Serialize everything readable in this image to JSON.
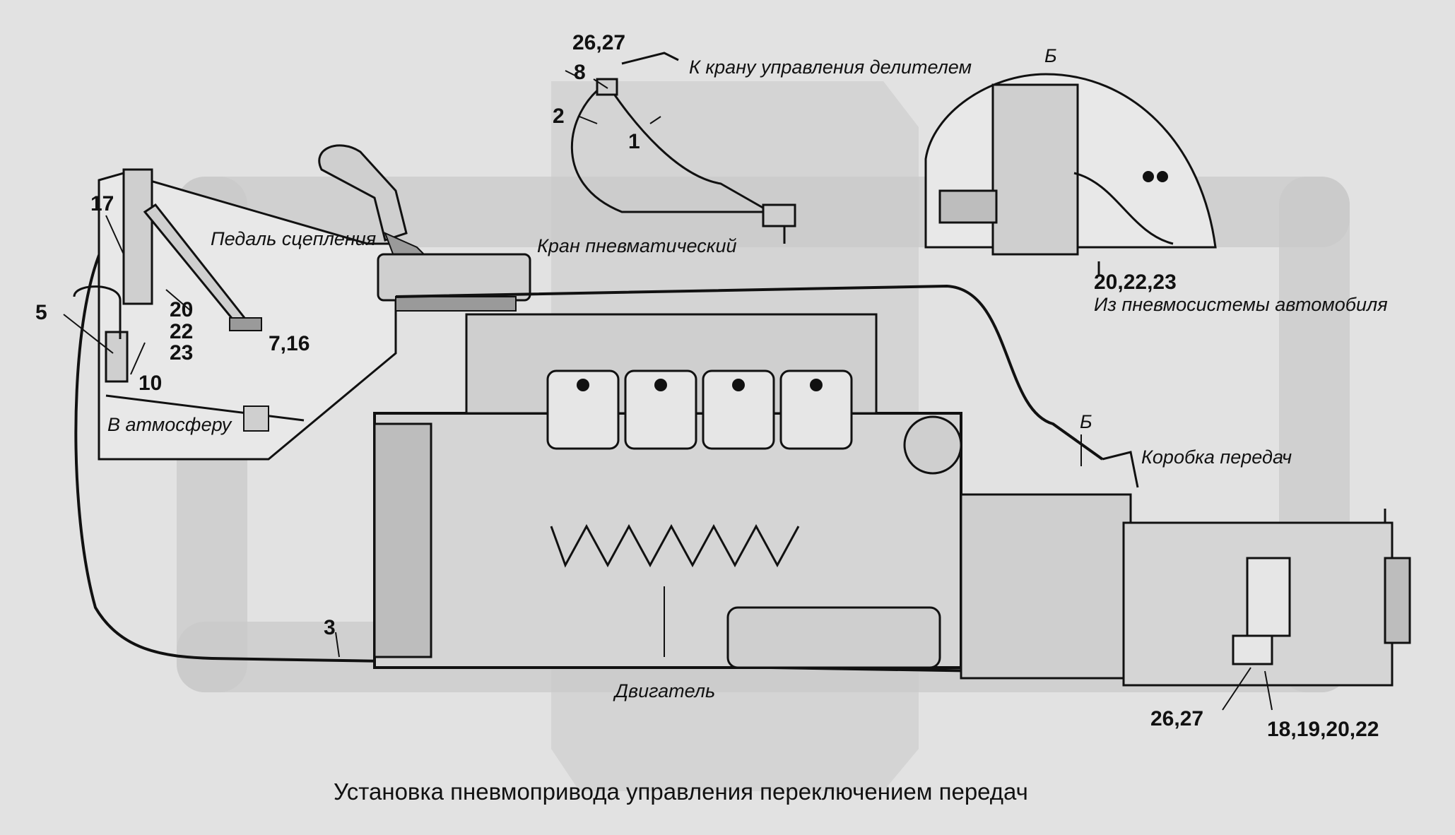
{
  "caption": "Установка пневмопривода управления переключением передач",
  "view_marker": "Б",
  "labels": {
    "to_divider_valve": "К крану управления делителем",
    "pneumatic_valve": "Кран пневматический",
    "clutch_pedal": "Педаль сцепления",
    "to_atmosphere": "В атмосферу",
    "from_vehicle_air": "Из пневмосистемы автомобиля",
    "gearbox": "Коробка передач",
    "engine": "Двигатель"
  },
  "part_numbers": {
    "p_26_27_top": "26,27",
    "p_8": "8",
    "p_2": "2",
    "p_1": "1",
    "p_17": "17",
    "p_20": "20",
    "p_22": "22",
    "p_23": "23",
    "p_5": "5",
    "p_10": "10",
    "p_7_16": "7,16",
    "p_20_22_23": "20,22,23",
    "p_3": "3",
    "p_26_27_bottom": "26,27",
    "p_18_19_20_22": "18,19,20,22"
  },
  "colors": {
    "background": "#e2e2e2",
    "watermark": "#c9c9c9",
    "line": "#111111",
    "metal": "#cfcfcf",
    "metal_dark": "#9a9a9a"
  }
}
